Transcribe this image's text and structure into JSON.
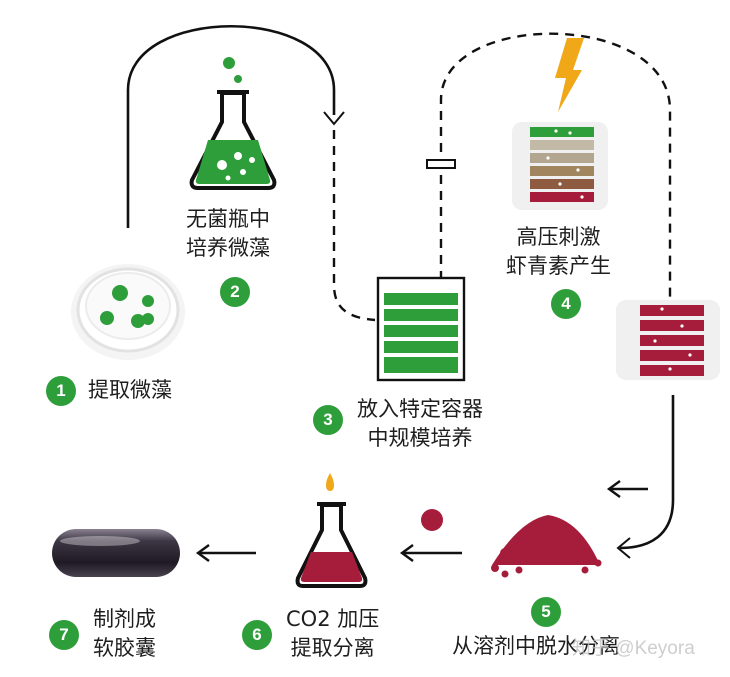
{
  "steps": [
    {
      "num": "1",
      "line1": "提取微藻"
    },
    {
      "num": "2",
      "line1": "无菌瓶中",
      "line2": "培养微藻"
    },
    {
      "num": "3",
      "line1": "放入特定容器",
      "line2": "中规模培养"
    },
    {
      "num": "4",
      "line1": "高压刺激",
      "line2": "虾青素产生"
    },
    {
      "num": "5",
      "line1": "从溶剂中脱水分离"
    },
    {
      "num": "6",
      "line1": "CO2 加压",
      "line2": "提取分离"
    },
    {
      "num": "7",
      "line1": "制剂成",
      "line2": "软胶囊"
    }
  ],
  "watermark": "知乎 @Keyora",
  "colors": {
    "green": "#2e9e3a",
    "crimson": "#a51d3a",
    "lightning": "#f0a818",
    "capsule": "#3a3340"
  }
}
